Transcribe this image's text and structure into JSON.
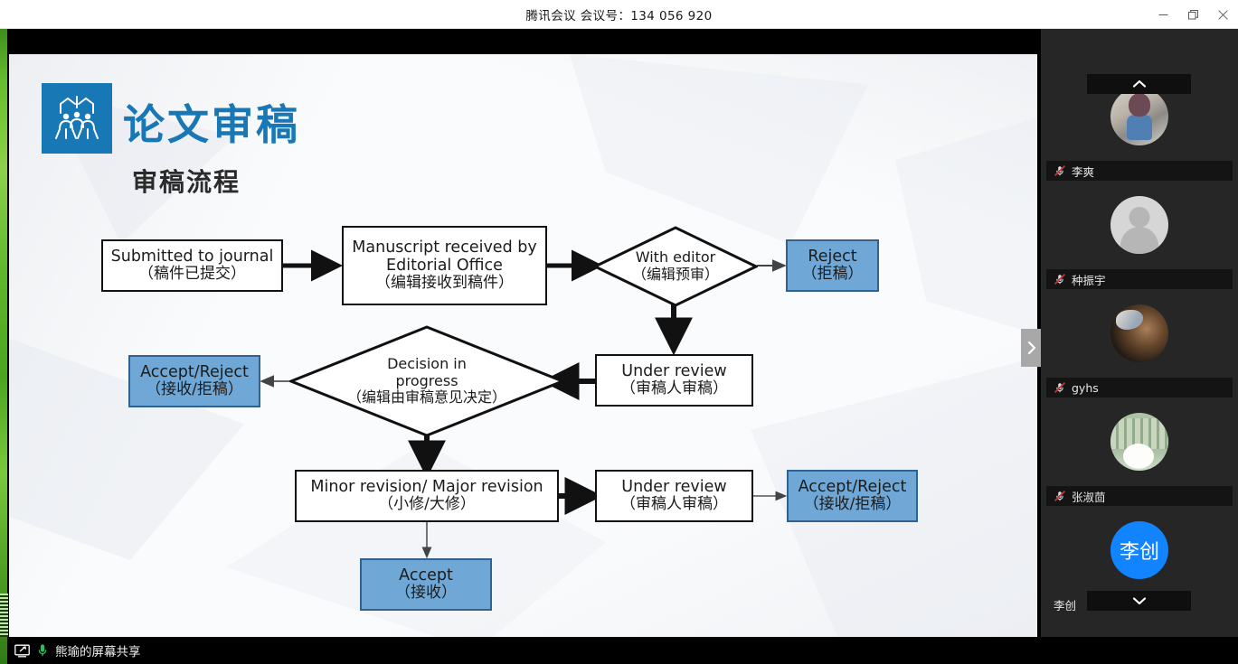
{
  "window": {
    "title": "腾讯会议 会议号：134 056 920",
    "controls": [
      {
        "name": "minimize",
        "glyph": "minimize-icon"
      },
      {
        "name": "restore",
        "glyph": "restore-icon"
      },
      {
        "name": "close",
        "glyph": "close-icon"
      }
    ]
  },
  "slide": {
    "title": "论文审稿",
    "subtitle": "审稿流程",
    "logo_icon": "network-people-logo-icon",
    "accent_color": "#1778b5",
    "blue_fill": "#6fa8d6",
    "blue_stroke": "#2f6191"
  },
  "chart_data": {
    "type": "diagram",
    "title": "审稿流程",
    "nodes": [
      {
        "id": "n1",
        "shape": "box",
        "fill": "white",
        "en": "Submitted to journal",
        "cn": "（稿件已提交）"
      },
      {
        "id": "n2",
        "shape": "box",
        "fill": "white",
        "en": "Manuscript received by",
        "en2": "Editorial Office",
        "cn": "（编辑接收到稿件）"
      },
      {
        "id": "n3",
        "shape": "diamond",
        "fill": "white",
        "en": "With editor",
        "cn": "（编辑预审）"
      },
      {
        "id": "n4",
        "shape": "box",
        "fill": "blue",
        "en": "Reject",
        "cn": "（拒稿）"
      },
      {
        "id": "n5",
        "shape": "box",
        "fill": "white",
        "en": "Under review",
        "cn": "（审稿人审稿）"
      },
      {
        "id": "n6",
        "shape": "diamond",
        "fill": "white",
        "en": "Decision in",
        "en2": "progress",
        "cn": "（编辑由审稿意见决定）"
      },
      {
        "id": "n7",
        "shape": "box",
        "fill": "blue",
        "en": "Accept/Reject",
        "cn": "（接收/拒稿）"
      },
      {
        "id": "n8",
        "shape": "box",
        "fill": "white",
        "en": "Minor revision/ Major revision",
        "cn": "（小修/大修）"
      },
      {
        "id": "n9",
        "shape": "box",
        "fill": "white",
        "en": "Under review",
        "cn": "（审稿人审稿）"
      },
      {
        "id": "n10",
        "shape": "box",
        "fill": "blue",
        "en": "Accept/Reject",
        "cn": "（接收/拒稿）"
      },
      {
        "id": "n11",
        "shape": "box",
        "fill": "blue",
        "en": "Accept",
        "cn": "（接收）"
      }
    ],
    "edges": [
      {
        "from": "n1",
        "to": "n2",
        "style": "thick"
      },
      {
        "from": "n2",
        "to": "n3",
        "style": "thick"
      },
      {
        "from": "n3",
        "to": "n4",
        "style": "thin"
      },
      {
        "from": "n3",
        "to": "n5",
        "style": "thick"
      },
      {
        "from": "n5",
        "to": "n6",
        "style": "thick"
      },
      {
        "from": "n6",
        "to": "n7",
        "style": "thin"
      },
      {
        "from": "n6",
        "to": "n8",
        "style": "thick"
      },
      {
        "from": "n8",
        "to": "n9",
        "style": "thick"
      },
      {
        "from": "n9",
        "to": "n10",
        "style": "thin"
      },
      {
        "from": "n8",
        "to": "n11",
        "style": "thin"
      }
    ]
  },
  "panel": {
    "collapse_icon": "chevron-right-icon",
    "scroll_up_icon": "chevron-up-icon",
    "scroll_down_icon": "chevron-down-icon",
    "participants": [
      {
        "name": "李爽",
        "muted": true,
        "avatar": "photo",
        "avatar_kind": "av-photo1"
      },
      {
        "name": "种振宇",
        "muted": true,
        "avatar": "default",
        "avatar_kind": "av-default"
      },
      {
        "name": "gyhs",
        "muted": true,
        "avatar": "photo",
        "avatar_kind": "av-photo2"
      },
      {
        "name": "张淑茴",
        "muted": true,
        "avatar": "photo",
        "avatar_kind": "av-photo3"
      },
      {
        "name": "李创",
        "muted": false,
        "avatar": "initial",
        "avatar_kind": "av-initial",
        "initial": "李创"
      }
    ],
    "self_label": "李创",
    "mute_icon": "microphone-muted-icon"
  },
  "statusbar": {
    "share_icon": "screen-share-icon",
    "mic_icon": "microphone-icon",
    "text": "熊瑜的屏幕共享"
  }
}
